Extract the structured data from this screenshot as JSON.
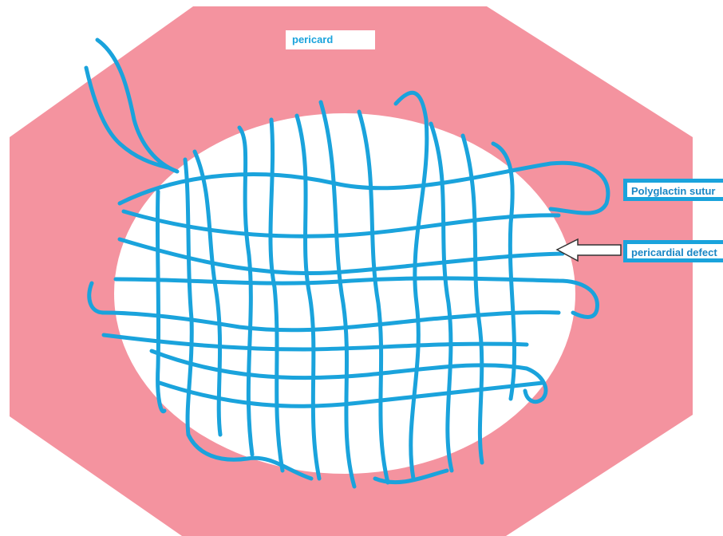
{
  "labels": {
    "pericard": "pericard",
    "suture": "Polyglactin sutur",
    "defect": "pericardial defect"
  },
  "colors": {
    "pericardium": "#f4939f",
    "defect": "#ffffff",
    "suture": "#1aa3dc",
    "callout_text": "#1a86c4",
    "arrow": "#333333"
  }
}
